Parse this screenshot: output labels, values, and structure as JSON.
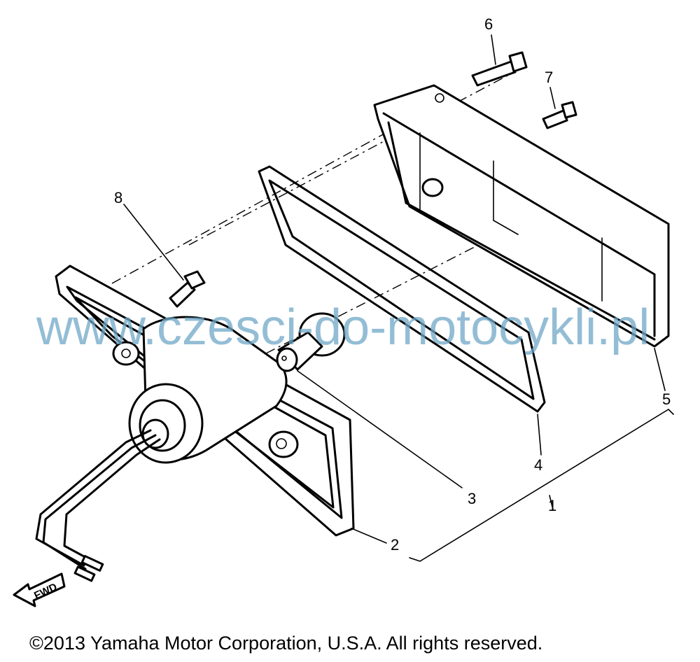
{
  "diagram": {
    "callouts": [
      {
        "id": "1",
        "label": "1"
      },
      {
        "id": "2",
        "label": "2"
      },
      {
        "id": "3",
        "label": "3"
      },
      {
        "id": "4",
        "label": "4"
      },
      {
        "id": "5",
        "label": "5"
      },
      {
        "id": "6",
        "label": "6"
      },
      {
        "id": "7",
        "label": "7"
      },
      {
        "id": "8",
        "label": "8"
      }
    ],
    "direction_tag": "FWD"
  },
  "watermark": "www.czesci-do-motocykli.pl",
  "copyright": "©2013 Yamaha Motor Corporation, U.S.A. All rights reserved."
}
